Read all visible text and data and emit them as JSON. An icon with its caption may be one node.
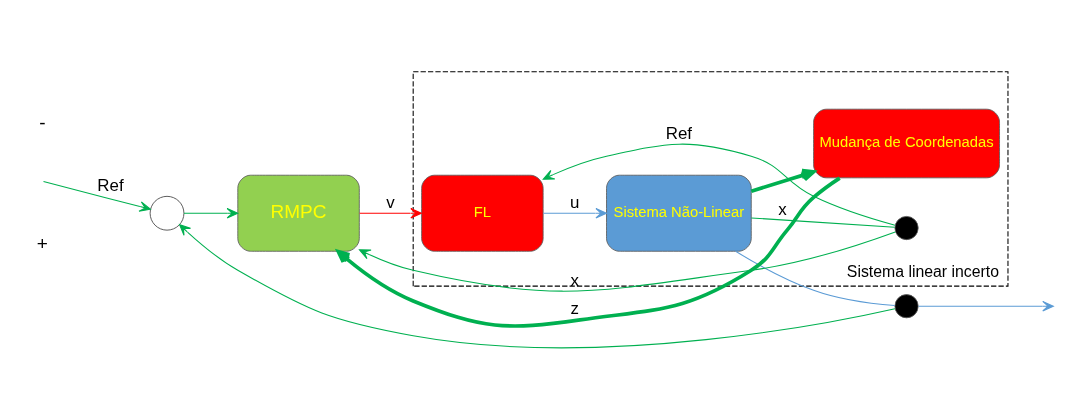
{
  "diagram": {
    "nodes": [
      {
        "text": [],
        "shape": "circle"
      },
      {
        "text": [
          "RMPC"
        ]
      },
      {
        "text": [
          "Sistema linear incerto"
        ]
      },
      {
        "text": [
          "FL"
        ],
        "in": 2
      },
      {
        "text": [
          "Sistema Não-Linear"
        ],
        "in": 2
      },
      {
        "text": [],
        "shape": "circle",
        "in": 2
      },
      {
        "text": [
          "Mudança de Coordenadas"
        ],
        "in": 2
      },
      {
        "text": [],
        "shape": "circle"
      }
    ],
    "edges": [
      {
        "from": null,
        "to": 0,
        "arrow": "to",
        "label": "Ref"
      },
      {
        "from": 0,
        "to": 1,
        "arrow": "to"
      },
      {
        "from": 1,
        "to": 3,
        "arrow": "to",
        "label": "v",
        "color": "#ff0000"
      },
      {
        "from": 3,
        "to": 4,
        "arrow": "to",
        "label": "u",
        "color": "#5b9bd5"
      },
      {
        "from": 4,
        "to": 7,
        "arrow": "none",
        "color": "#5b9bd5"
      },
      {
        "from": 7,
        "to": null,
        "arrow": "to",
        "color": "#5b9bd5"
      },
      {
        "from": 7,
        "to": 0,
        "arrow": "to"
      },
      {
        "from": 4,
        "to": 5,
        "arrow": "none",
        "label": "x"
      },
      {
        "from": 5,
        "to": 3,
        "arrow": "to",
        "label": "Ref"
      },
      {
        "from": 5,
        "to": 1,
        "arrow": "to",
        "label": "x"
      },
      {
        "from": 4,
        "to": 6,
        "arrow": "to",
        "style": "thick"
      },
      {
        "from": 6,
        "to": 1,
        "arrow": "to",
        "label": "z",
        "style": "thick"
      }
    ],
    "labels": [
      "+",
      "-"
    ]
  }
}
